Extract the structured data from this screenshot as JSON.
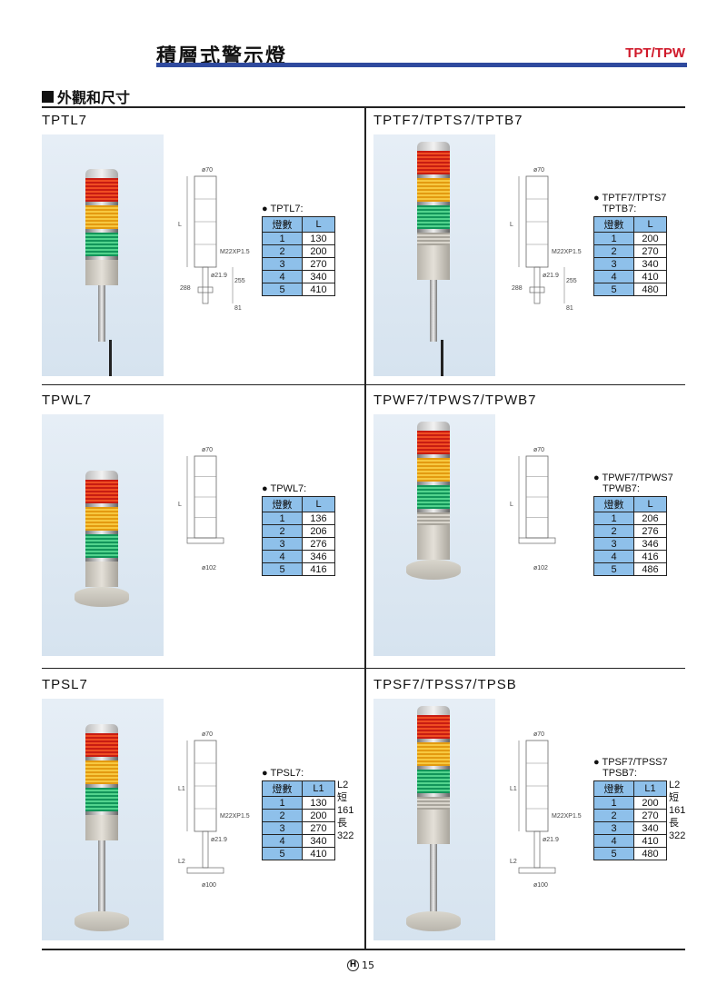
{
  "header": {
    "title": "積層式警示燈",
    "code": "TPT/TPW",
    "section": "外觀和尺寸",
    "colors": {
      "accent_rule": "#2f4a9e",
      "code_red": "#d0192a",
      "table_blue": "#8ec0ea"
    }
  },
  "cells": [
    {
      "title": "TPTL7",
      "spec_header": [
        "● TPTL7:"
      ],
      "col1": "燈數",
      "col2": "L",
      "col3": "",
      "rows": [
        [
          "1",
          "130"
        ],
        [
          "2",
          "200"
        ],
        [
          "3",
          "270"
        ],
        [
          "4",
          "340"
        ],
        [
          "5",
          "410"
        ]
      ],
      "l2": [],
      "dims": {
        "top": "ø70",
        "side": "L",
        "thread": "M22XP1.5",
        "pipe": "ø21.9",
        "d1": "288",
        "d2": "255",
        "d3": "81"
      }
    },
    {
      "title": "TPTF7/TPTS7/TPTB7",
      "spec_header": [
        "● TPTF7/TPTS7",
        "TPTB7:"
      ],
      "col1": "燈數",
      "col2": "L",
      "col3": "",
      "rows": [
        [
          "1",
          "200"
        ],
        [
          "2",
          "270"
        ],
        [
          "3",
          "340"
        ],
        [
          "4",
          "410"
        ],
        [
          "5",
          "480"
        ]
      ],
      "l2": [],
      "dims": {
        "top": "ø70",
        "side": "L",
        "thread": "M22XP1.5",
        "pipe": "ø21.9",
        "d1": "288",
        "d2": "255",
        "d3": "81"
      }
    },
    {
      "title": "TPWL7",
      "spec_header": [
        "● TPWL7:"
      ],
      "col1": "燈數",
      "col2": "L",
      "col3": "",
      "rows": [
        [
          "1",
          "136"
        ],
        [
          "2",
          "206"
        ],
        [
          "3",
          "276"
        ],
        [
          "4",
          "346"
        ],
        [
          "5",
          "416"
        ]
      ],
      "l2": [],
      "dims": {
        "top": "ø70",
        "side": "L",
        "base": "ø102"
      }
    },
    {
      "title": "TPWF7/TPWS7/TPWB7",
      "spec_header": [
        "● TPWF7/TPWS7",
        "TPWB7:"
      ],
      "col1": "燈數",
      "col2": "L",
      "col3": "",
      "rows": [
        [
          "1",
          "206"
        ],
        [
          "2",
          "276"
        ],
        [
          "3",
          "346"
        ],
        [
          "4",
          "416"
        ],
        [
          "5",
          "486"
        ]
      ],
      "l2": [],
      "dims": {
        "top": "ø70",
        "side": "L",
        "base": "ø102"
      }
    },
    {
      "title": "TPSL7",
      "spec_header": [
        "● TPSL7:"
      ],
      "col1": "燈數",
      "col2": "L1",
      "col3": "L2",
      "rows": [
        [
          "1",
          "130"
        ],
        [
          "2",
          "200"
        ],
        [
          "3",
          "270"
        ],
        [
          "4",
          "340"
        ],
        [
          "5",
          "410"
        ]
      ],
      "l2": [
        "短161",
        "長322"
      ],
      "dims": {
        "top": "ø70",
        "side": "L1",
        "side2": "L2",
        "thread": "M22XP1.5",
        "pipe": "ø21.9",
        "base": "ø100"
      }
    },
    {
      "title": "TPSF7/TPSS7/TPSB",
      "spec_header": [
        "● TPSF7/TPSS7",
        "TPSB7:"
      ],
      "col1": "燈數",
      "col2": "L1",
      "col3": "L2",
      "rows": [
        [
          "1",
          "200"
        ],
        [
          "2",
          "270"
        ],
        [
          "3",
          "340"
        ],
        [
          "4",
          "410"
        ],
        [
          "5",
          "480"
        ]
      ],
      "l2": [
        "短161",
        "長322"
      ],
      "dims": {
        "top": "ø70",
        "side": "L1",
        "side2": "L2",
        "thread": "M22XP1.5",
        "pipe": "ø21.9",
        "base": "ø100"
      }
    }
  ],
  "footer": {
    "mark": "H",
    "page": "15"
  }
}
